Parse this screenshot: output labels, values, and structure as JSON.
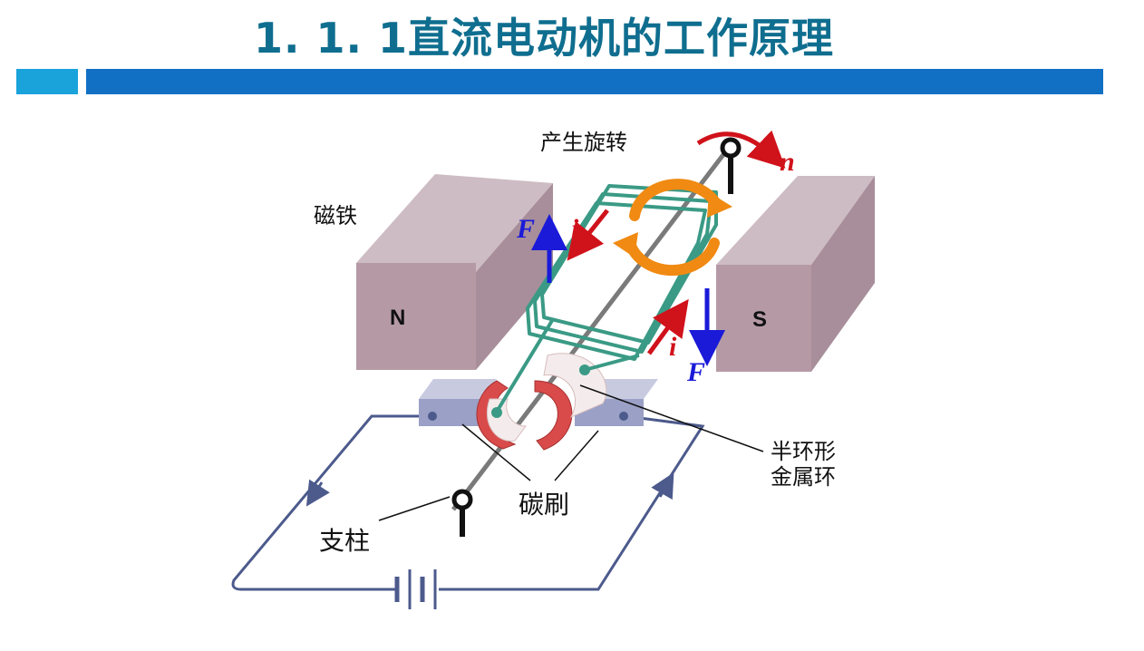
{
  "header": {
    "title": "1. 1. 1直流电动机的工作原理"
  },
  "colors": {
    "title": "#0f6e8f",
    "bar_light": "#1aa3db",
    "bar_dark": "#1170c4",
    "magnet": "#b59aa6",
    "coil": "#3a9a85",
    "rotation": "#f08a12",
    "current": "#d0121b",
    "force": "#1a1ad8",
    "circuit": "#4c5a8c"
  },
  "diagram": {
    "labels": {
      "rotation": "产生旋转",
      "magnet": "磁铁",
      "north": "N",
      "south": "S",
      "commutator_line1": "半环形",
      "commutator_line2": "金属环",
      "brush": "碳刷",
      "pillar": "支柱"
    },
    "symbols": {
      "speed": "n",
      "force": "F",
      "current": "i"
    }
  }
}
